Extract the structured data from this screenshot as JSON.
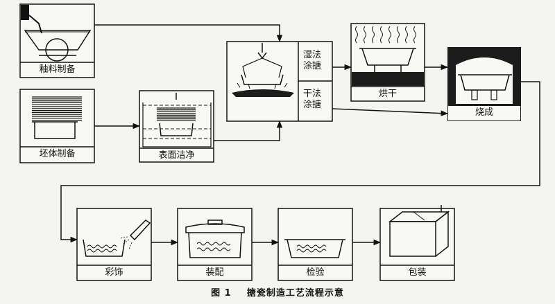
{
  "steps": {
    "glaze_prep": "釉料制备",
    "body_prep": "坯体制备",
    "surface_clean": "表面洁净",
    "wet_label": "湿法\n涂搪",
    "dry_label": "干法\n涂搪",
    "drying": "烘干",
    "firing": "烧成",
    "decoration": "彩饰",
    "assembly": "装配",
    "inspection": "检验",
    "packaging": "包装"
  },
  "caption": {
    "figure_no": "图 1",
    "title": "搪瓷制造工艺流程示意"
  },
  "colors": {
    "ink": "#111111",
    "paper": "#f4f4f1",
    "panel": "#f8f8f5",
    "fill_dark": "#1c1c1c"
  }
}
